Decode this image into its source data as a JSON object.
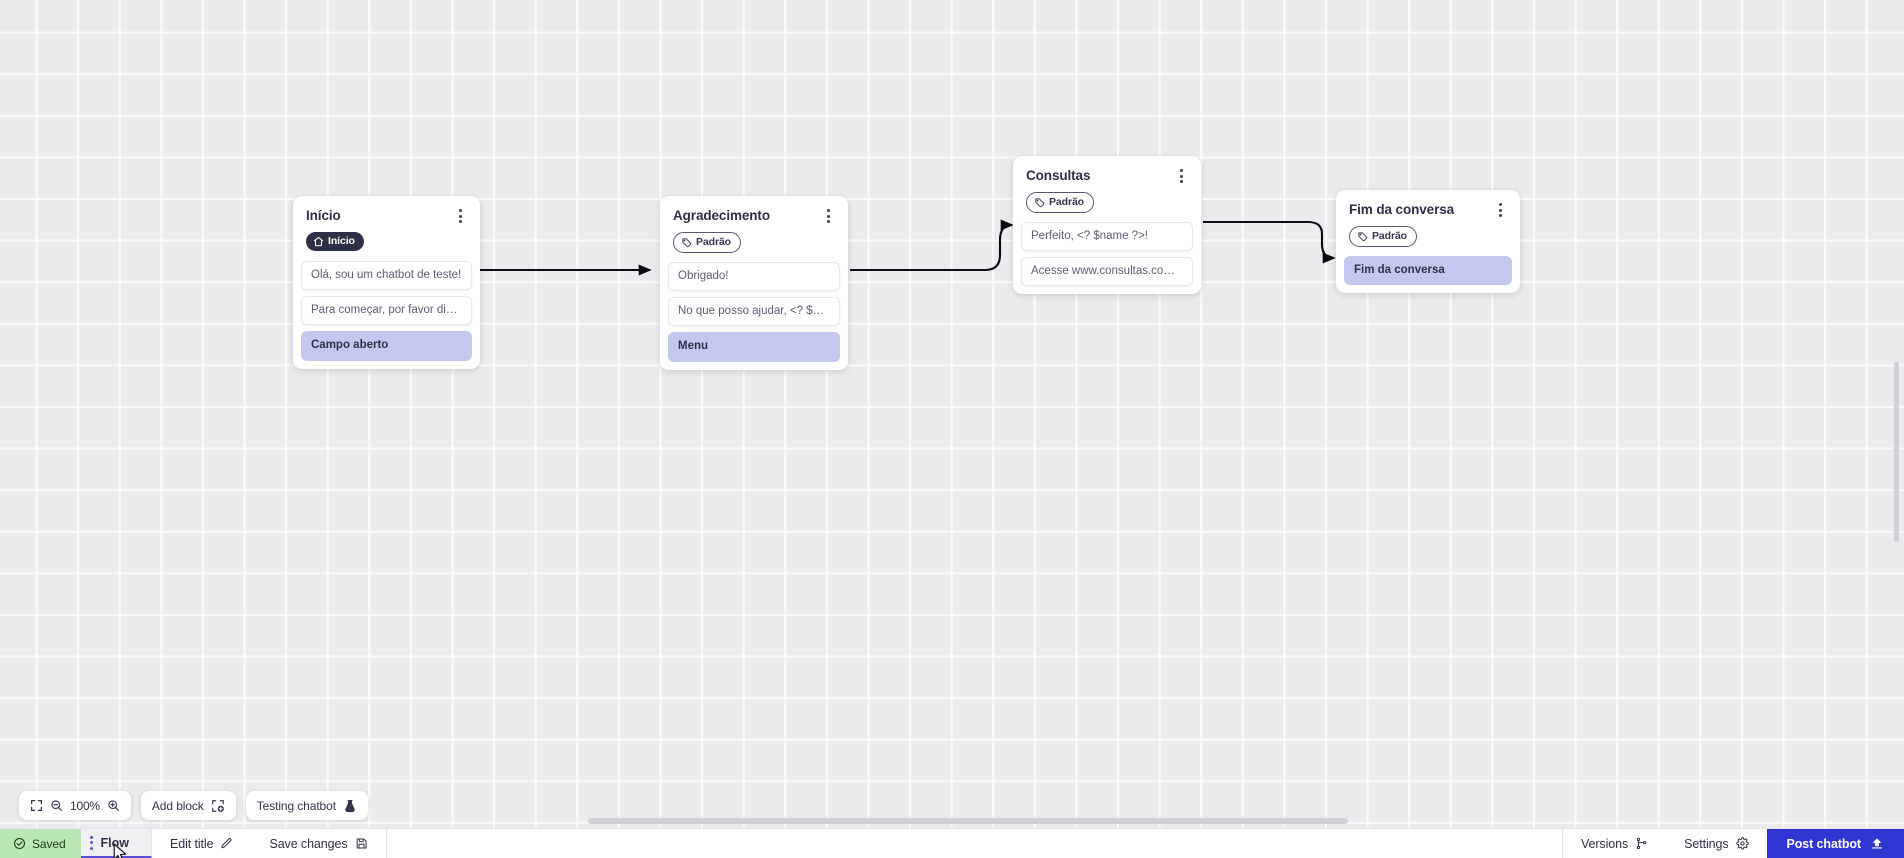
{
  "canvas": {
    "zoom_label": "100%",
    "nodes": [
      {
        "id": "inicio",
        "title": "Início",
        "badge": {
          "label": "Início",
          "icon": "home-icon",
          "style": "dark"
        },
        "rows": [
          {
            "text": "Olá, sou um chatbot de teste!",
            "accent": false
          },
          {
            "text": "Para começar, por favor digite o ...",
            "accent": false
          },
          {
            "text": "Campo aberto",
            "accent": true
          }
        ]
      },
      {
        "id": "agradecimento",
        "title": "Agradecimento",
        "badge": {
          "label": "Padrão",
          "icon": "tag-icon",
          "style": "outline"
        },
        "rows": [
          {
            "text": "Obrigado!",
            "accent": false
          },
          {
            "text": "No que posso ajudar, <? $name ...",
            "accent": false
          },
          {
            "text": "Menu",
            "accent": true
          }
        ]
      },
      {
        "id": "consultas",
        "title": "Consultas",
        "badge": {
          "label": "Padrão",
          "icon": "tag-icon",
          "style": "outline"
        },
        "rows": [
          {
            "text": "Perfeito, <? $name ?>!",
            "accent": false
          },
          {
            "text": "Acesse www.consultas.com par...",
            "accent": false
          }
        ]
      },
      {
        "id": "fim-da-conversa",
        "title": "Fim da conversa",
        "badge": {
          "label": "Padrão",
          "icon": "tag-icon",
          "style": "outline"
        },
        "rows": [
          {
            "text": "Fim da conversa",
            "accent": true
          }
        ]
      }
    ]
  },
  "float_tools": {
    "fit_icon": "fit-screen-icon",
    "zoom_out_icon": "zoom-out-icon",
    "zoom_value": "100%",
    "zoom_in_icon": "zoom-in-icon",
    "add_block_label": "Add block",
    "add_block_icon": "add-block-icon",
    "testing_label": "Testing chatbot",
    "testing_icon": "flask-icon"
  },
  "bottom_bar": {
    "saved_label": "Saved",
    "saved_icon": "check-circle-icon",
    "flow_tab_label": "Flow",
    "flow_tab_kebab_icon": "kebab-icon",
    "edit_title_label": "Edit title",
    "edit_title_icon": "pencil-icon",
    "save_changes_label": "Save changes",
    "save_changes_icon": "floppy-disk-icon",
    "versions_label": "Versions",
    "versions_icon": "branch-icon",
    "settings_label": "Settings",
    "settings_icon": "gear-icon",
    "post_label": "Post chatbot",
    "post_icon": "upload-icon"
  },
  "colors": {
    "canvas_bg": "#ebebed",
    "accent_row": "#c3c8ef",
    "badge_dark": "#2e3047",
    "saved_green": "#b9e8b6",
    "post_blue": "#2f36d1",
    "tab_underline": "#5a4fd6"
  }
}
